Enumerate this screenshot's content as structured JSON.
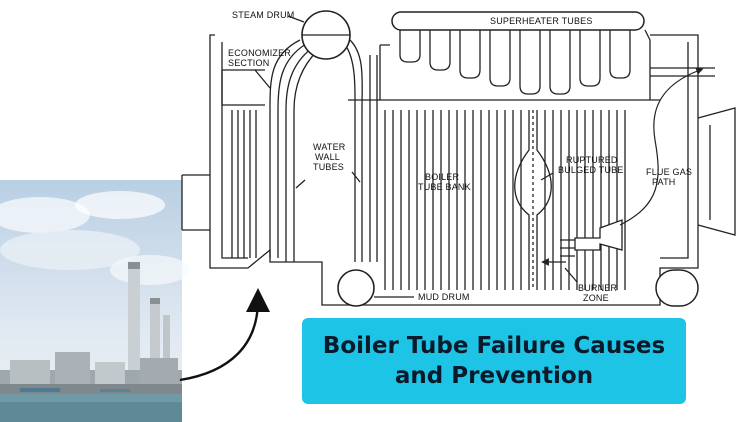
{
  "title": "Boiler Tube Failure Causes and Prevention",
  "photo": {
    "subject": "power-plant-photo"
  },
  "diagram": {
    "labels": {
      "steam_drum": "STEAM DRUM",
      "superheater": "SUPERHEATER TUBES",
      "economizer_1": "ECONOMIZER",
      "economizer_2": "SECTION",
      "water_wall_1": "WATER",
      "water_wall_2": "WALL",
      "water_wall_3": "TUBES",
      "tube_bank_1": "BOILER",
      "tube_bank_2": "TUBE BANK",
      "ruptured_1": "RUPTURED",
      "ruptured_2": "BULGED TUBE",
      "flue_1": "FLUE GAS",
      "flue_2": "PATH",
      "mud_drum": "MUD DRUM",
      "burner_1": "BURNER",
      "burner_2": "ZONE"
    },
    "colors": {
      "line": "#222222",
      "background": "#ffffff"
    }
  },
  "colors": {
    "title_bg": "#1ec4e6",
    "title_text": "#0b1a2a",
    "arrow": "#111111"
  }
}
